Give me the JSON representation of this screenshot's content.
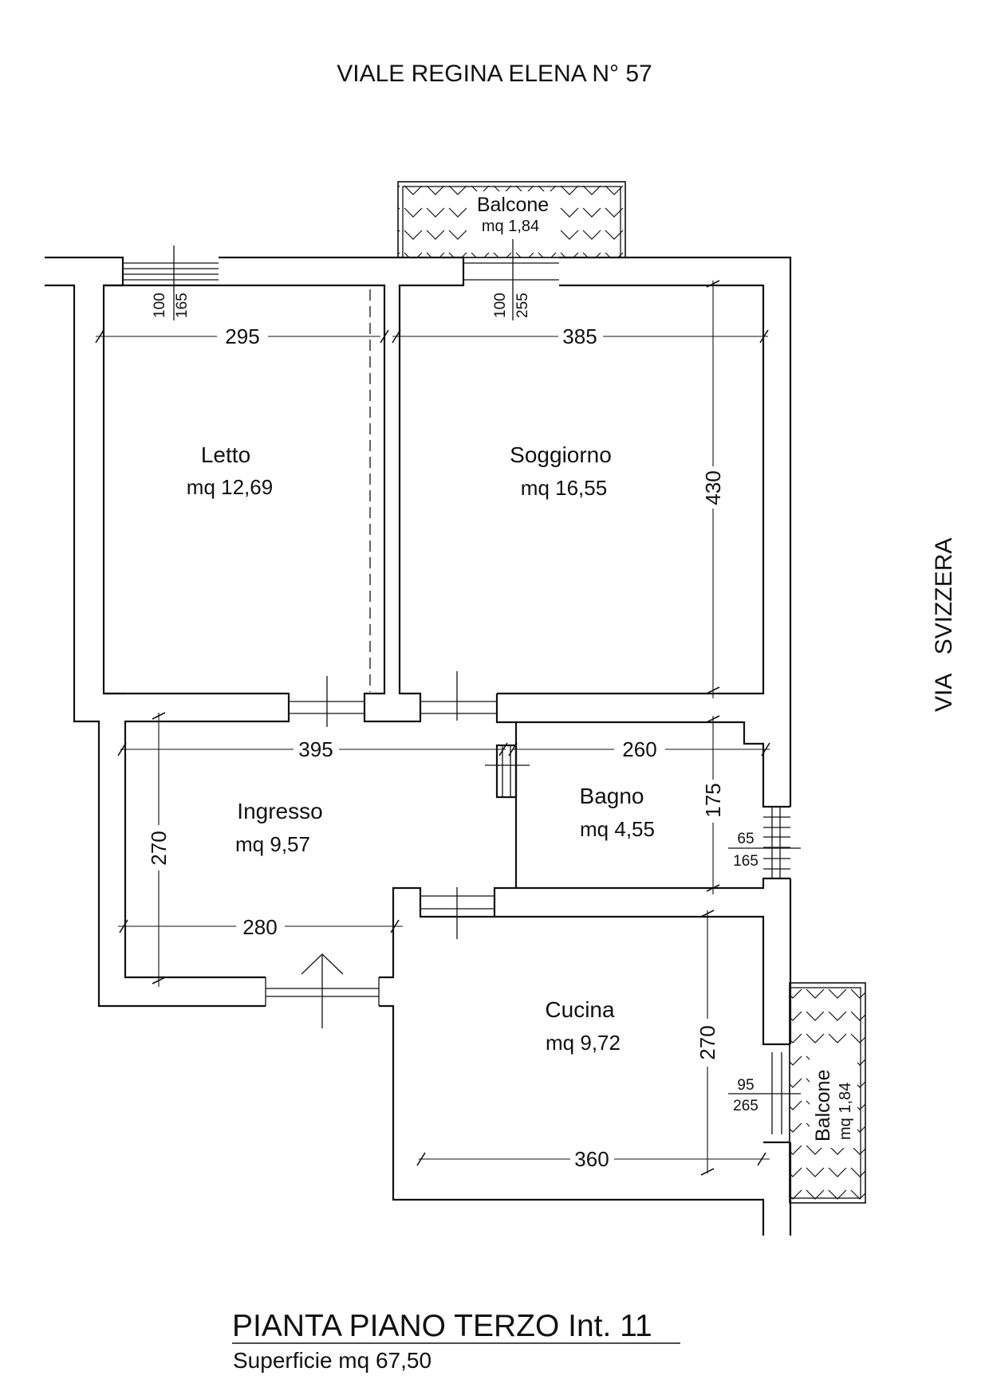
{
  "streets": {
    "north": "VIALE REGINA ELENA N° 57",
    "east": "VIA   SVIZZERA"
  },
  "rooms": {
    "letto": {
      "name": "Letto",
      "area": "mq 12,69"
    },
    "soggiorno": {
      "name": "Soggiorno",
      "area": "mq 16,55"
    },
    "ingresso": {
      "name": "Ingresso",
      "area": "mq 9,57"
    },
    "bagno": {
      "name": "Bagno",
      "area": "mq 4,55"
    },
    "cucina": {
      "name": "Cucina",
      "area": "mq 9,72"
    }
  },
  "balconies": {
    "north": {
      "name": "Balcone",
      "area": "mq 1,84"
    },
    "east": {
      "name": "Balcone",
      "area": "mq 1,84"
    }
  },
  "dimensions": {
    "letto_width": "295",
    "soggiorno_width": "385",
    "soggiorno_depth": "430",
    "ingresso_width": "395",
    "bagno_width": "260",
    "bagno_depth": "175",
    "ingresso_depth": "270",
    "ingresso_bottom_width": "280",
    "cucina_depth": "270",
    "cucina_width": "360"
  },
  "windows": {
    "letto": {
      "top": "100",
      "bottom": "165"
    },
    "soggiorno": {
      "top": "100",
      "bottom": "255"
    },
    "bagno": {
      "top": "65",
      "bottom": "165"
    },
    "cucina": {
      "top": "95",
      "bottom": "265"
    }
  },
  "title": {
    "main": "PIANTA PIANO TERZO Int. 11",
    "sub": "Superficie mq 67,50"
  }
}
